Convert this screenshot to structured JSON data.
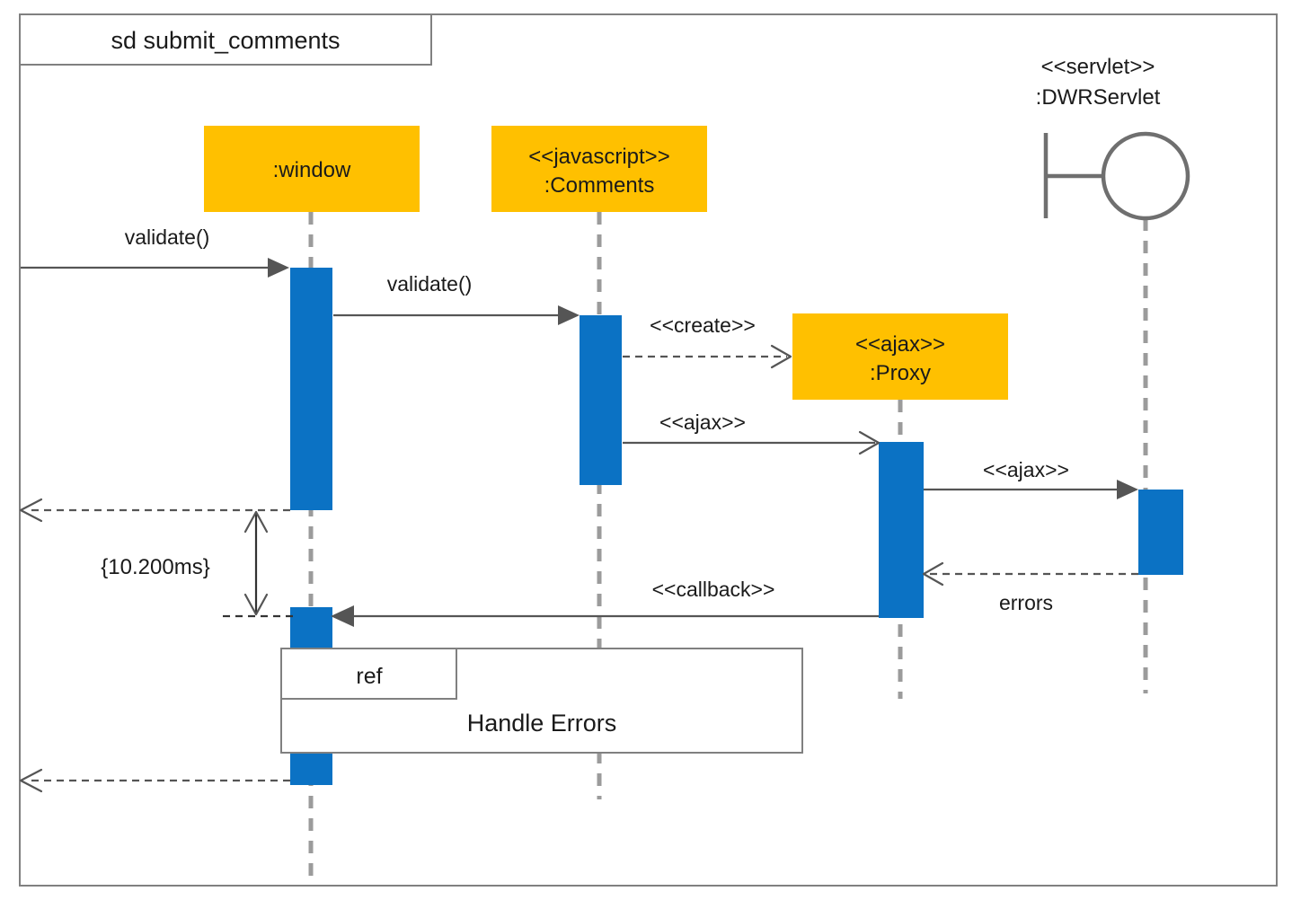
{
  "frame": {
    "title": "sd submit_comments",
    "kind": "uml-sequence-diagram"
  },
  "colors": {
    "lifeline_header_fill": "#FFC000",
    "activation_fill": "#0B72C4",
    "frame_stroke": "#808080",
    "lifeline_stroke": "#9B9B9B",
    "message_stroke": "#555555",
    "text": "#1A1A1A",
    "background": "#FFFFFF"
  },
  "participants": [
    {
      "id": "window",
      "stereotype": "",
      "name": ":window",
      "shape": "box"
    },
    {
      "id": "comments",
      "stereotype": "<<javascript>>",
      "name": ":Comments",
      "shape": "box"
    },
    {
      "id": "proxy",
      "stereotype": "<<ajax>>",
      "name": ":Proxy",
      "shape": "box"
    },
    {
      "id": "dwrservlet",
      "stereotype": "<<servlet>>",
      "name": ":DWRServlet",
      "shape": "boundary"
    }
  ],
  "messages": [
    {
      "id": "m1",
      "label": "validate()",
      "from": "gate-left",
      "to": "window",
      "line": "solid",
      "arrow": "filled",
      "direction": "right"
    },
    {
      "id": "m2",
      "label": "validate()",
      "from": "window",
      "to": "comments",
      "line": "solid",
      "arrow": "filled",
      "direction": "right"
    },
    {
      "id": "m3",
      "label": "<<create>>",
      "from": "comments",
      "to": "proxy",
      "line": "dashed",
      "arrow": "open",
      "direction": "right"
    },
    {
      "id": "m4",
      "label": "<<ajax>>",
      "from": "comments",
      "to": "proxy",
      "line": "solid",
      "arrow": "open",
      "direction": "right"
    },
    {
      "id": "m5",
      "label": "<<ajax>>",
      "from": "proxy",
      "to": "dwrservlet",
      "line": "solid",
      "arrow": "filled",
      "direction": "right"
    },
    {
      "id": "m6",
      "label": "errors",
      "from": "dwrservlet",
      "to": "proxy",
      "line": "dashed",
      "arrow": "open",
      "direction": "left"
    },
    {
      "id": "m7",
      "label": "<<callback>>",
      "from": "proxy",
      "to": "window",
      "line": "solid",
      "arrow": "filled",
      "direction": "left"
    },
    {
      "id": "m8",
      "label": "",
      "from": "window",
      "to": "gate-left",
      "line": "dashed",
      "arrow": "open",
      "direction": "left"
    },
    {
      "id": "m9",
      "label": "",
      "from": "window",
      "to": "gate-left",
      "line": "dashed",
      "arrow": "open",
      "direction": "left"
    }
  ],
  "duration_constraint": {
    "label": "{10.200ms}",
    "from_message": "m8",
    "to_message": "m7"
  },
  "interaction_use": {
    "keyword": "ref",
    "body": "Handle Errors"
  }
}
